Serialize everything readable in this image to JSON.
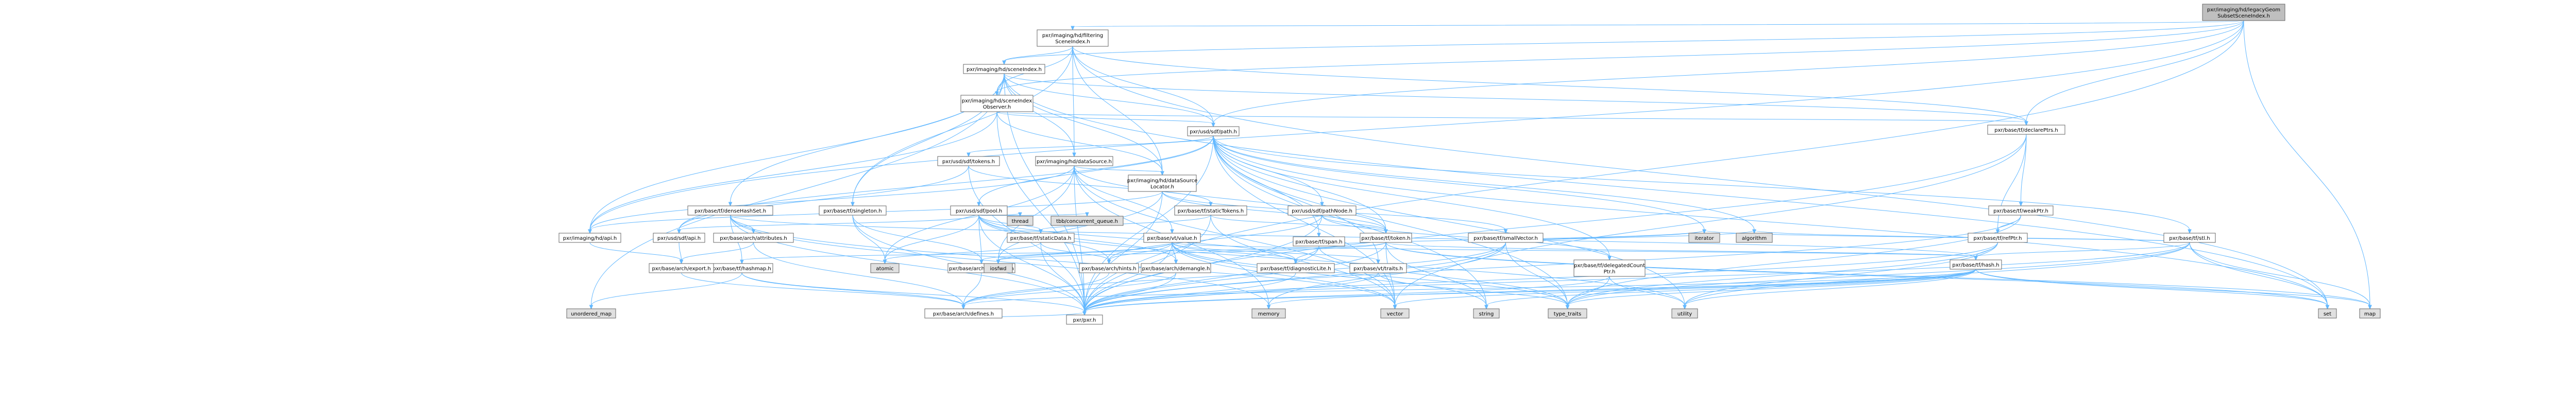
{
  "nodes": [
    {
      "id": "root",
      "lines": [
        "pxr/imaging/hd/legacyGeom",
        "SubsetSceneIndex.h"
      ],
      "kind": "root",
      "style": "black"
    },
    {
      "id": "filtering",
      "lines": [
        "pxr/imaging/hd/filtering",
        "SceneIndex.h"
      ],
      "kind": "normal",
      "style": "black"
    },
    {
      "id": "sceneIndex",
      "lines": [
        "pxr/imaging/hd/sceneIndex.h"
      ],
      "kind": "normal",
      "style": "black"
    },
    {
      "id": "sceneIndexObserver",
      "lines": [
        "pxr/imaging/hd/sceneIndex",
        "Observer.h"
      ],
      "kind": "normal",
      "style": "black"
    },
    {
      "id": "declarePtrs",
      "lines": [
        "pxr/base/tf/declarePtrs.h"
      ],
      "kind": "normal",
      "style": "black"
    },
    {
      "id": "sdfPath",
      "lines": [
        "pxr/usd/sdf/path.h"
      ],
      "kind": "normal",
      "style": "black"
    },
    {
      "id": "sdfTokens",
      "lines": [
        "pxr/usd/sdf/tokens.h"
      ],
      "kind": "normal",
      "style": "black"
    },
    {
      "id": "dataSource",
      "lines": [
        "pxr/imaging/hd/dataSource.h"
      ],
      "kind": "normal",
      "style": "black"
    },
    {
      "id": "dataSourceLocator",
      "lines": [
        "pxr/imaging/hd/dataSource",
        "Locator.h"
      ],
      "kind": "normal",
      "style": "black"
    },
    {
      "id": "denseHashSet",
      "lines": [
        "pxr/base/tf/denseHashSet.h"
      ],
      "kind": "normal",
      "style": "black"
    },
    {
      "id": "singleton",
      "lines": [
        "pxr/base/tf/singleton.h"
      ],
      "kind": "normal",
      "style": "black"
    },
    {
      "id": "sdfPool",
      "lines": [
        "pxr/usd/sdf/pool.h"
      ],
      "kind": "normal",
      "style": "black"
    },
    {
      "id": "staticTokens",
      "lines": [
        "pxr/base/tf/staticTokens.h"
      ],
      "kind": "normal",
      "style": "red"
    },
    {
      "id": "pathNode",
      "lines": [
        "pxr/usd/sdf/pathNode.h"
      ],
      "kind": "normal",
      "style": "red"
    },
    {
      "id": "weakPtr",
      "lines": [
        "pxr/base/tf/weakPtr.h"
      ],
      "kind": "normal",
      "style": "red"
    },
    {
      "id": "refPtr",
      "lines": [
        "pxr/base/tf/refPtr.h"
      ],
      "kind": "normal",
      "style": "red"
    },
    {
      "id": "stlH",
      "lines": [
        "pxr/base/tf/stl.h"
      ],
      "kind": "normal",
      "style": "red"
    },
    {
      "id": "hdApi",
      "lines": [
        "pxr/imaging/hd/api.h"
      ],
      "kind": "normal",
      "style": "black"
    },
    {
      "id": "sdfApi",
      "lines": [
        "pxr/usd/sdf/api.h"
      ],
      "kind": "normal",
      "style": "black"
    },
    {
      "id": "archAttributes",
      "lines": [
        "pxr/base/arch/attributes.h"
      ],
      "kind": "normal",
      "style": "black"
    },
    {
      "id": "staticData",
      "lines": [
        "pxr/base/tf/staticData.h"
      ],
      "kind": "normal",
      "style": "red"
    },
    {
      "id": "vtValue",
      "lines": [
        "pxr/base/vt/value.h"
      ],
      "kind": "normal",
      "style": "red"
    },
    {
      "id": "tfToken",
      "lines": [
        "pxr/base/tf/token.h"
      ],
      "kind": "normal",
      "style": "black"
    },
    {
      "id": "smallVector",
      "lines": [
        "pxr/base/tf/smallVector.h"
      ],
      "kind": "normal",
      "style": "red"
    },
    {
      "id": "span",
      "lines": [
        "pxr/base/tf/span.h"
      ],
      "kind": "normal",
      "style": "red"
    },
    {
      "id": "delegatedCount",
      "lines": [
        "pxr/base/tf/delegatedCount",
        "Ptr.h"
      ],
      "kind": "normal",
      "style": "red"
    },
    {
      "id": "tfHash",
      "lines": [
        "pxr/base/tf/hash.h"
      ],
      "kind": "normal",
      "style": "red"
    },
    {
      "id": "hashmap",
      "lines": [
        "pxr/base/tf/hashmap.h"
      ],
      "kind": "normal",
      "style": "black"
    },
    {
      "id": "archExport",
      "lines": [
        "pxr/base/arch/export.h"
      ],
      "kind": "normal",
      "style": "black"
    },
    {
      "id": "archPragmas",
      "lines": [
        "pxr/base/arch/pragmas.h"
      ],
      "kind": "normal",
      "style": "black"
    },
    {
      "id": "archHints",
      "lines": [
        "pxr/base/arch/hints.h"
      ],
      "kind": "normal",
      "style": "black"
    },
    {
      "id": "diagnosticLite",
      "lines": [
        "pxr/base/tf/diagnosticLite.h"
      ],
      "kind": "normal",
      "style": "red"
    },
    {
      "id": "demangle",
      "lines": [
        "pxr/base/arch/demangle.h"
      ],
      "kind": "normal",
      "style": "red"
    },
    {
      "id": "vtTraits",
      "lines": [
        "pxr/base/vt/traits.h"
      ],
      "kind": "normal",
      "style": "red"
    },
    {
      "id": "archDefines",
      "lines": [
        "pxr/base/arch/defines.h"
      ],
      "kind": "normal",
      "style": "black"
    },
    {
      "id": "pxrH",
      "lines": [
        "pxr/pxr.h"
      ],
      "kind": "normal",
      "style": "black"
    },
    {
      "id": "unorderedMap",
      "lines": [
        "unordered_map"
      ],
      "kind": "sys",
      "style": "gray"
    },
    {
      "id": "thread",
      "lines": [
        "thread"
      ],
      "kind": "sys",
      "style": "gray"
    },
    {
      "id": "tbbQueue",
      "lines": [
        "tbb/concurrent_queue.h"
      ],
      "kind": "sys",
      "style": "gray"
    },
    {
      "id": "atomic",
      "lines": [
        "atomic"
      ],
      "kind": "sys",
      "style": "gray"
    },
    {
      "id": "iosfwd",
      "lines": [
        "iosfwd"
      ],
      "kind": "sys",
      "style": "gray"
    },
    {
      "id": "iterator",
      "lines": [
        "iterator"
      ],
      "kind": "sys",
      "style": "gray"
    },
    {
      "id": "algorithm",
      "lines": [
        "algorithm"
      ],
      "kind": "sys",
      "style": "gray"
    },
    {
      "id": "memory",
      "lines": [
        "memory"
      ],
      "kind": "sys",
      "style": "gray"
    },
    {
      "id": "vector",
      "lines": [
        "vector"
      ],
      "kind": "sys",
      "style": "gray"
    },
    {
      "id": "string",
      "lines": [
        "string"
      ],
      "kind": "sys",
      "style": "gray"
    },
    {
      "id": "typeTraits",
      "lines": [
        "type_traits"
      ],
      "kind": "sys",
      "style": "gray"
    },
    {
      "id": "utility",
      "lines": [
        "utility"
      ],
      "kind": "sys",
      "style": "gray"
    },
    {
      "id": "set",
      "lines": [
        "set"
      ],
      "kind": "sys",
      "style": "gray"
    },
    {
      "id": "map",
      "lines": [
        "map"
      ],
      "kind": "sys",
      "style": "gray"
    }
  ],
  "edges": [
    [
      "root",
      "filtering"
    ],
    [
      "root",
      "sceneIndex"
    ],
    [
      "root",
      "sceneIndexObserver"
    ],
    [
      "root",
      "declarePtrs"
    ],
    [
      "root",
      "sdfPath"
    ],
    [
      "root",
      "hdApi"
    ],
    [
      "root",
      "pxrH"
    ],
    [
      "root",
      "map"
    ],
    [
      "filtering",
      "sceneIndex"
    ],
    [
      "filtering",
      "sceneIndexObserver"
    ],
    [
      "filtering",
      "declarePtrs"
    ],
    [
      "filtering",
      "sdfPath"
    ],
    [
      "filtering",
      "dataSource"
    ],
    [
      "filtering",
      "dataSourceLocator"
    ],
    [
      "filtering",
      "singleton"
    ],
    [
      "filtering",
      "set"
    ],
    [
      "sceneIndex",
      "sceneIndexObserver"
    ],
    [
      "sceneIndex",
      "declarePtrs"
    ],
    [
      "sceneIndex",
      "sdfPath"
    ],
    [
      "sceneIndex",
      "dataSource"
    ],
    [
      "sceneIndex",
      "dataSourceLocator"
    ],
    [
      "sceneIndex",
      "denseHashSet"
    ],
    [
      "sceneIndex",
      "singleton"
    ],
    [
      "sceneIndex",
      "hdApi"
    ],
    [
      "sceneIndex",
      "pxrH"
    ],
    [
      "sceneIndex",
      "unorderedMap"
    ],
    [
      "sceneIndex",
      "set"
    ],
    [
      "sceneIndexObserver",
      "declarePtrs"
    ],
    [
      "sceneIndexObserver",
      "sdfPath"
    ],
    [
      "sceneIndexObserver",
      "dataSourceLocator"
    ],
    [
      "sceneIndexObserver",
      "hdApi"
    ],
    [
      "sceneIndexObserver",
      "pxrH"
    ],
    [
      "declarePtrs",
      "weakPtr"
    ],
    [
      "declarePtrs",
      "refPtr"
    ],
    [
      "declarePtrs",
      "pxrH"
    ],
    [
      "declarePtrs",
      "vector"
    ],
    [
      "sdfPath",
      "sdfTokens"
    ],
    [
      "sdfPath",
      "sdfPool"
    ],
    [
      "sdfPath",
      "pathNode"
    ],
    [
      "sdfPath",
      "sdfApi"
    ],
    [
      "sdfPath",
      "tfToken"
    ],
    [
      "sdfPath",
      "span"
    ],
    [
      "sdfPath",
      "stlH"
    ],
    [
      "sdfPath",
      "delegatedCount"
    ],
    [
      "sdfPath",
      "vtTraits"
    ],
    [
      "sdfPath",
      "pxrH"
    ],
    [
      "sdfPath",
      "iterator"
    ],
    [
      "sdfPath",
      "algorithm"
    ],
    [
      "sdfPath",
      "set"
    ],
    [
      "sdfPath",
      "string"
    ],
    [
      "sdfPath",
      "typeTraits"
    ],
    [
      "sdfPath",
      "utility"
    ],
    [
      "sdfPath",
      "vector"
    ],
    [
      "sdfTokens",
      "staticTokens"
    ],
    [
      "sdfTokens",
      "sdfApi"
    ],
    [
      "sdfTokens",
      "pxrH"
    ],
    [
      "dataSource",
      "dataSourceLocator"
    ],
    [
      "dataSource",
      "vtValue"
    ],
    [
      "dataSource",
      "tfToken"
    ],
    [
      "dataSource",
      "hdApi"
    ],
    [
      "dataSource",
      "pxrH"
    ],
    [
      "dataSource",
      "iosfwd"
    ],
    [
      "dataSource",
      "memory"
    ],
    [
      "dataSource",
      "vector"
    ],
    [
      "dataSource",
      "atomic"
    ],
    [
      "dataSourceLocator",
      "tfToken"
    ],
    [
      "dataSourceLocator",
      "smallVector"
    ],
    [
      "dataSourceLocator",
      "hdApi"
    ],
    [
      "dataSourceLocator",
      "pxrH"
    ],
    [
      "dataSourceLocator",
      "iosfwd"
    ],
    [
      "denseHashSet",
      "hashmap"
    ],
    [
      "denseHashSet",
      "archAttributes"
    ],
    [
      "denseHashSet",
      "tfHash"
    ],
    [
      "denseHashSet",
      "pxrH"
    ],
    [
      "denseHashSet",
      "memory"
    ],
    [
      "denseHashSet",
      "vector"
    ],
    [
      "singleton",
      "archPragmas"
    ],
    [
      "singleton",
      "pxrH"
    ],
    [
      "singleton",
      "atomic"
    ],
    [
      "sdfPool",
      "staticData"
    ],
    [
      "sdfPool",
      "archHints"
    ],
    [
      "sdfPool",
      "archPragmas"
    ],
    [
      "sdfPool",
      "diagnosticLite"
    ],
    [
      "sdfPool",
      "demangle"
    ],
    [
      "sdfPool",
      "sdfApi"
    ],
    [
      "sdfPool",
      "pxrH"
    ],
    [
      "sdfPool",
      "thread"
    ],
    [
      "sdfPool",
      "tbbQueue"
    ],
    [
      "sdfPool",
      "atomic"
    ],
    [
      "sdfPool",
      "utility"
    ],
    [
      "staticTokens",
      "staticData"
    ],
    [
      "staticTokens",
      "tfToken"
    ],
    [
      "staticTokens",
      "pxrH"
    ],
    [
      "staticTokens",
      "vector"
    ],
    [
      "pathNode",
      "tfToken"
    ],
    [
      "pathNode",
      "delegatedCount"
    ],
    [
      "pathNode",
      "archHints"
    ],
    [
      "pathNode",
      "pxrH"
    ],
    [
      "weakPtr",
      "refPtr"
    ],
    [
      "weakPtr",
      "pxrH"
    ],
    [
      "weakPtr",
      "typeTraits"
    ],
    [
      "refPtr",
      "tfHash"
    ],
    [
      "refPtr",
      "pxrH"
    ],
    [
      "refPtr",
      "typeTraits"
    ],
    [
      "refPtr",
      "utility"
    ],
    [
      "stlH",
      "tfHash"
    ],
    [
      "stlH",
      "pxrH"
    ],
    [
      "stlH",
      "algorithm"
    ],
    [
      "stlH",
      "iterator"
    ],
    [
      "stlH",
      "map"
    ],
    [
      "stlH",
      "set"
    ],
    [
      "stlH",
      "utility"
    ],
    [
      "stlH",
      "typeTraits"
    ],
    [
      "staticData",
      "archHints"
    ],
    [
      "staticData",
      "pxrH"
    ],
    [
      "staticData",
      "atomic"
    ],
    [
      "vtValue",
      "archHints"
    ],
    [
      "vtValue",
      "archPragmas"
    ],
    [
      "vtValue",
      "demangle"
    ],
    [
      "vtValue",
      "diagnosticLite"
    ],
    [
      "vtValue",
      "vtTraits"
    ],
    [
      "vtValue",
      "tfHash"
    ],
    [
      "vtValue",
      "pxrH"
    ],
    [
      "vtValue",
      "iosfwd"
    ],
    [
      "vtValue",
      "typeTraits"
    ],
    [
      "vtValue",
      "string"
    ],
    [
      "vtValue",
      "vector"
    ],
    [
      "tfToken",
      "tfHash"
    ],
    [
      "tfToken",
      "hashmap"
    ],
    [
      "tfToken",
      "pxrH"
    ],
    [
      "tfToken",
      "iosfwd"
    ],
    [
      "tfToken",
      "string"
    ],
    [
      "tfToken",
      "vector"
    ],
    [
      "tfToken",
      "set"
    ],
    [
      "tfToken",
      "map"
    ],
    [
      "smallVector",
      "archDefines"
    ],
    [
      "smallVector",
      "pxrH"
    ],
    [
      "smallVector",
      "memory"
    ],
    [
      "smallVector",
      "iterator"
    ],
    [
      "smallVector",
      "algorithm"
    ],
    [
      "smallVector",
      "typeTraits"
    ],
    [
      "span",
      "diagnosticLite"
    ],
    [
      "span",
      "pxrH"
    ],
    [
      "span",
      "iterator"
    ],
    [
      "span",
      "typeTraits"
    ],
    [
      "delegatedCount",
      "pxrH"
    ],
    [
      "delegatedCount",
      "typeTraits"
    ],
    [
      "delegatedCount",
      "utility"
    ],
    [
      "tfHash",
      "archDefines"
    ],
    [
      "tfHash",
      "pxrH"
    ],
    [
      "tfHash",
      "memory"
    ],
    [
      "tfHash",
      "string"
    ],
    [
      "tfHash",
      "typeTraits"
    ],
    [
      "tfHash",
      "utility"
    ],
    [
      "tfHash",
      "vector"
    ],
    [
      "tfHash",
      "set"
    ],
    [
      "tfHash",
      "map"
    ],
    [
      "hashmap",
      "archDefines"
    ],
    [
      "hashmap",
      "pxrH"
    ],
    [
      "hashmap",
      "unorderedMap"
    ],
    [
      "archExport",
      "archDefines"
    ],
    [
      "archAttributes",
      "archExport"
    ],
    [
      "archAttributes",
      "archDefines"
    ],
    [
      "hdApi",
      "archExport"
    ],
    [
      "sdfApi",
      "archExport"
    ],
    [
      "archPragmas",
      "archDefines"
    ],
    [
      "archHints",
      "archDefines"
    ],
    [
      "diagnosticLite",
      "pxrH"
    ],
    [
      "demangle",
      "archDefines"
    ],
    [
      "demangle",
      "pxrH"
    ],
    [
      "vtTraits",
      "pxrH"
    ],
    [
      "vtTraits",
      "typeTraits"
    ],
    [
      "archDefines",
      "pxrH"
    ]
  ]
}
